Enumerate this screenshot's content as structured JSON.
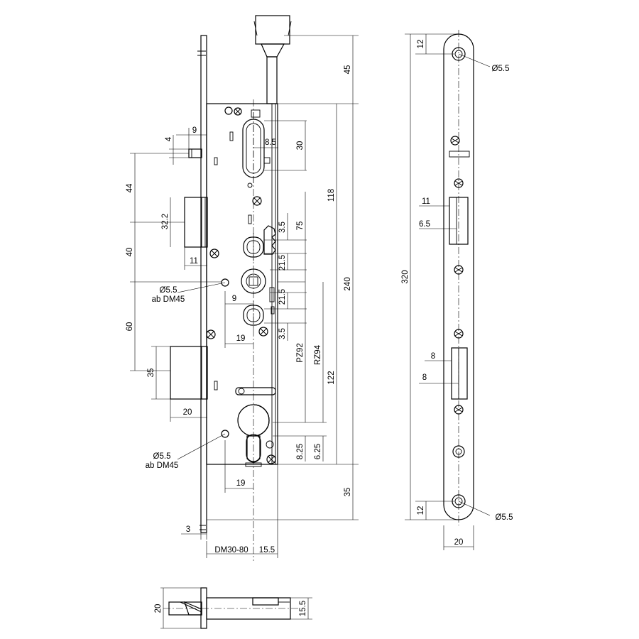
{
  "labels": {
    "top_45": "45",
    "h_118": "118",
    "h_240": "240",
    "h_35_right": "35",
    "d_9_top": "9",
    "d_4": "4",
    "d_30": "30",
    "d_8_5": "8.5",
    "d_44": "44",
    "d_32_2": "32.2",
    "d_40": "40",
    "d_11": "11",
    "d_3_5_a": "3.5",
    "d_75": "75",
    "d_21_5_a": "21.5",
    "d_21_5_b": "21.5",
    "d_9_mid": "9",
    "d_3_5_b": "3.5",
    "d_19_mid": "19",
    "hole_a": "Ø5.5",
    "hole_a_sub": "ab DM45",
    "d_60": "60",
    "d_35_left": "35",
    "d_20_left": "20",
    "pz": "PZ92",
    "rz": "RZ94",
    "d_122": "122",
    "d_8_25": "8.25",
    "d_6_25": "6.25",
    "hole_b": "Ø5.5",
    "hole_b_sub": "ab DM45",
    "d_19_bot": "19",
    "d_3": "3",
    "dm": "DM30-80",
    "d_15_5": "15.5",
    "s_12_top": "12",
    "s_hole_top": "Ø5.5",
    "s_320": "320",
    "s_11": "11",
    "s_6_5": "6.5",
    "s_8_a": "8",
    "s_8_b": "8",
    "s_12_bot": "12",
    "s_hole_bot": "Ø5.5",
    "s_20": "20",
    "b_20": "20",
    "b_15_5": "15.5"
  }
}
